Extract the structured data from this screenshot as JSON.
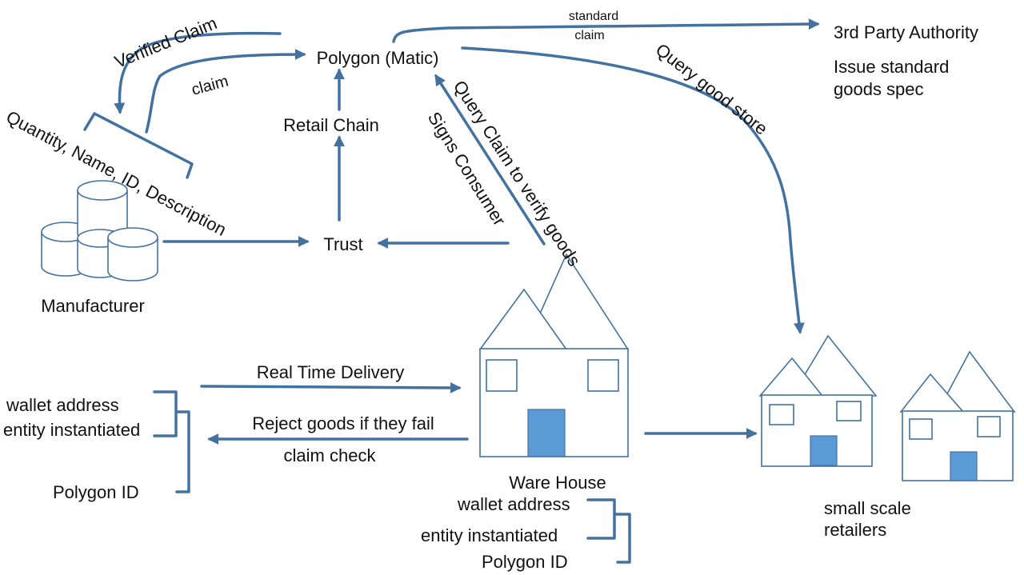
{
  "nodes": {
    "polygon": "Polygon (Matic)",
    "third_party_authority": "3rd Party Authority",
    "third_party_desc_line1": "Issue standard",
    "third_party_desc_line2": "goods spec",
    "retail_chain": "Retail Chain",
    "trust": "Trust",
    "manufacturer": "Manufacturer",
    "ware_house": "Ware House",
    "small_retailers_line1": "small scale",
    "small_retailers_line2": "retailers"
  },
  "edges": {
    "verified_claim": "Verified Claim",
    "claim": "claim",
    "standard_claim_line1": "standard",
    "standard_claim_line2": "claim",
    "query_good_store": "Query good store",
    "query_claim": "Query Claim to verify goods",
    "signs_consumer": "Signs Consumer",
    "real_time_delivery": "Real Time Delivery",
    "reject_goods_line1": "Reject goods if they fail",
    "reject_goods_line2": "claim check"
  },
  "manufacturer_attributes": "Quantity, Name, ID, Description",
  "left_identity": {
    "wallet": "wallet address",
    "entity": "entity instantiated",
    "polygon_id": "Polygon ID"
  },
  "warehouse_identity": {
    "wallet": "wallet address",
    "entity": "entity instantiated",
    "polygon_id": "Polygon ID"
  },
  "colors": {
    "line": "#4472a0",
    "door": "#5b9bd5",
    "text": "#111111"
  }
}
